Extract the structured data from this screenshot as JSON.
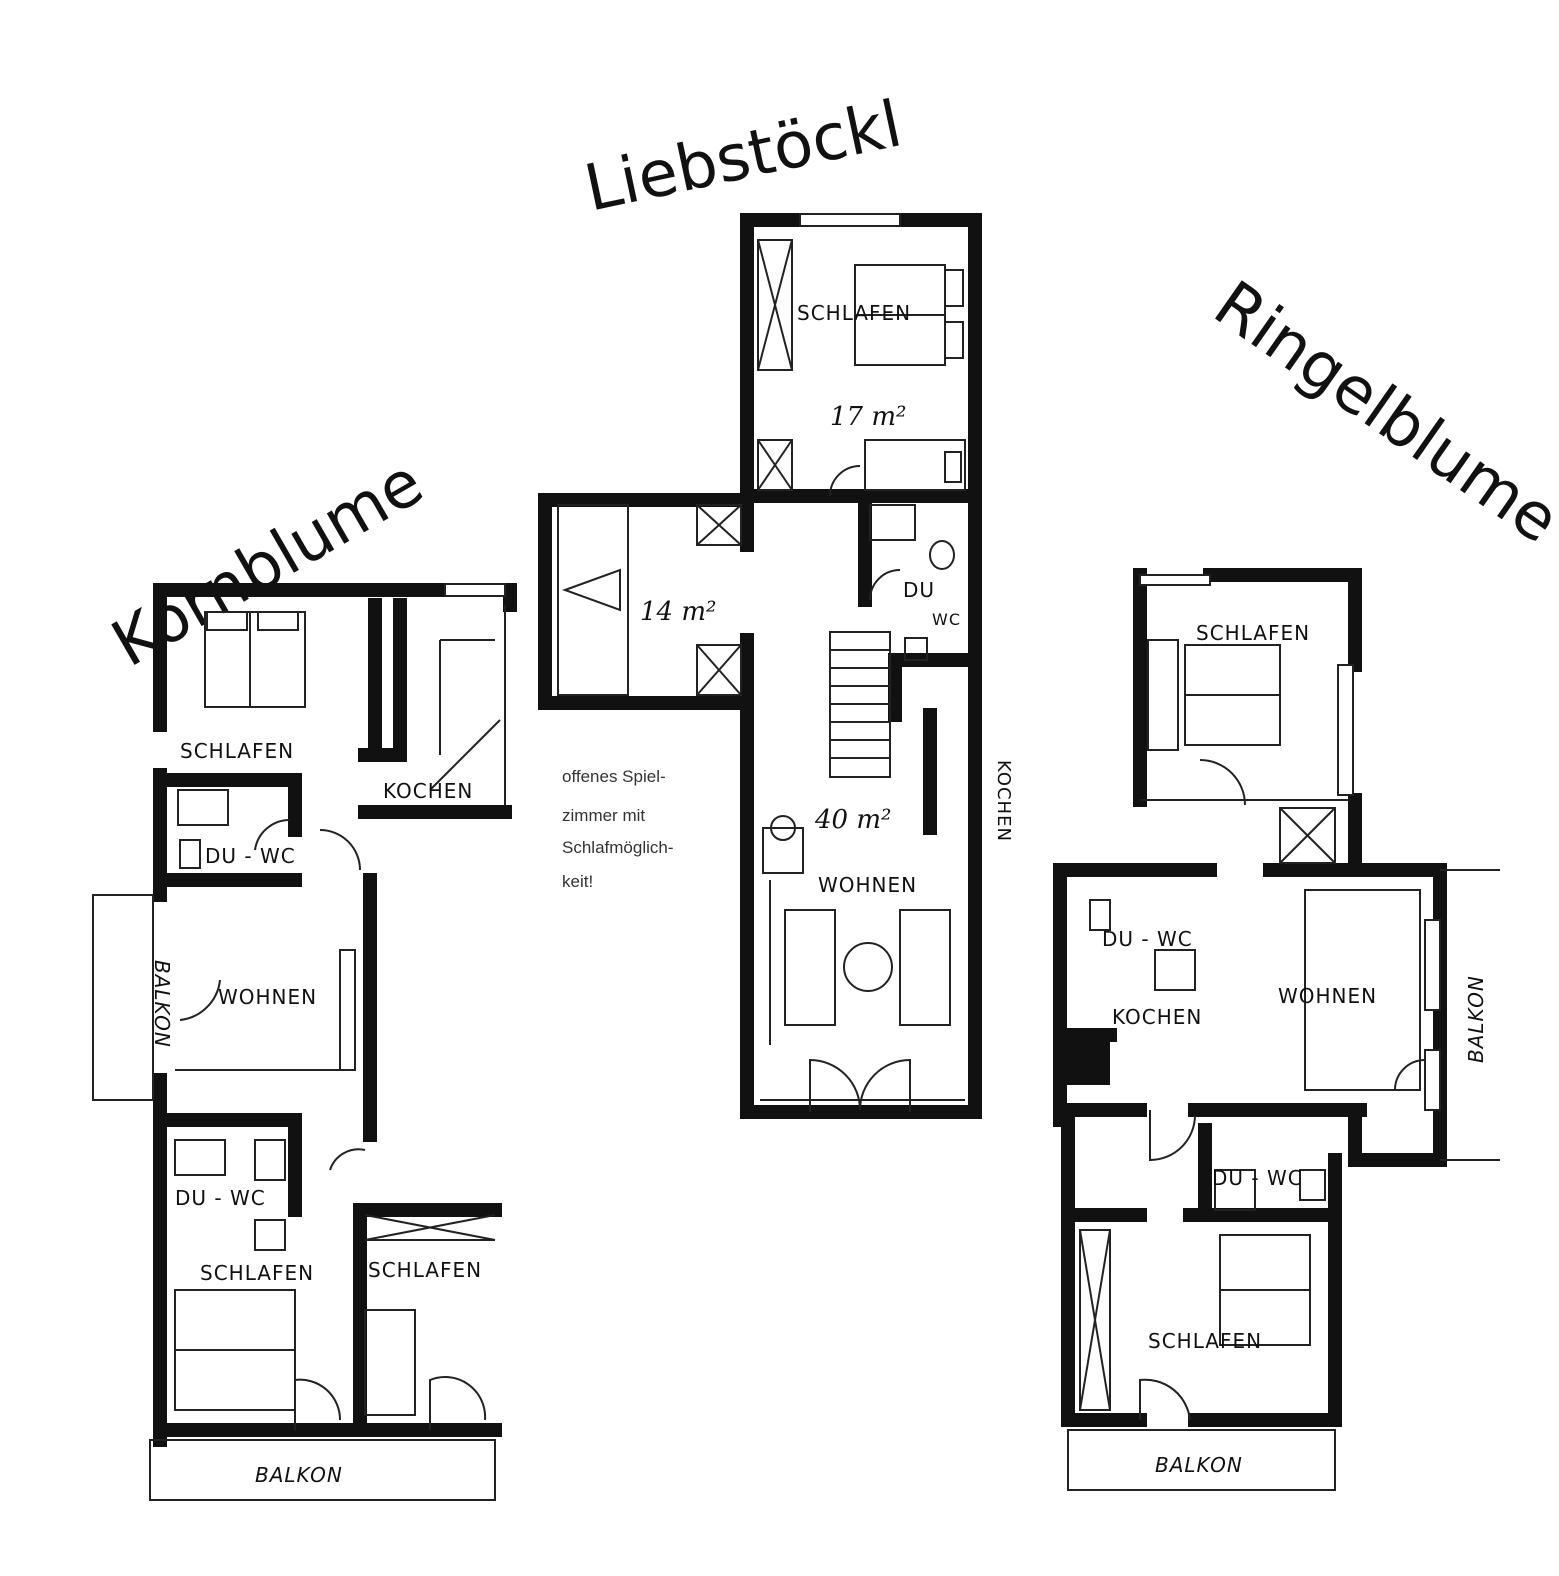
{
  "titles": {
    "center": "Liebstöckl",
    "left": "Kornblume",
    "right": "Ringelblume"
  },
  "liebstoeckl": {
    "schlafen": "SCHLAFEN",
    "area_schlafen": "17 m²",
    "area_spiel": "14 m²",
    "du_wc_top": "DU",
    "du_wc_bottom": "WC",
    "kochen": "KOCHEN",
    "area_wohnen": "40 m²",
    "wohnen": "WOHNEN",
    "note": [
      "offenes Spiel-",
      "zimmer mit",
      "Schlafmöglich-",
      "keit!"
    ]
  },
  "kornblume": {
    "schlafen_top": "SCHLAFEN",
    "kochen": "KOCHEN",
    "du_wc_top": "DU - WC",
    "balkon_side": "BALKON",
    "wohnen": "WOHNEN",
    "du_wc_bottom": "DU - WC",
    "schlafen_bottom_left": "SCHLAFEN",
    "schlafen_bottom_right": "SCHLAFEN",
    "balkon_bottom": "BALKON"
  },
  "ringelblume": {
    "schlafen_top": "SCHLAFEN",
    "du_wc_top": "DU - WC",
    "wohnen": "WOHNEN",
    "kochen": "KOCHEN",
    "balkon_side": "BALKON",
    "du_wc_bottom": "DU - WC",
    "schlafen_bottom": "SCHLAFEN",
    "balkon_bottom": "BALKON"
  }
}
